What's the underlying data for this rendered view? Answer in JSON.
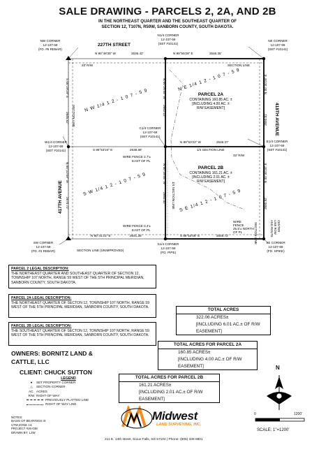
{
  "header": {
    "title": "SALE DRAWING - PARCELS 2, 2A, AND 2B",
    "subtitle_line1": "IN THE NORTHEAST QUARTER AND THE SOUTHEAST QUARTER OF",
    "subtitle_line2": "SECTION 12, T107N, R59W, SANBORN COUNTY, SOUTH DAKOTA."
  },
  "map": {
    "nw_corner": [
      "NW CORNER",
      "12-107-59",
      "(FD. #5 REBAR)"
    ],
    "n14_corner": [
      "N1/4 CORNER",
      "12-107-59",
      "(SET #10141)"
    ],
    "ne_corner": [
      "NE CORNER",
      "12-107-59",
      "(SET #10141)"
    ],
    "w14_corner": [
      "W1/4 CORNER",
      "12-107-59",
      "(SET #10141)"
    ],
    "c14_corner": [
      "C1/4 CORNER",
      "12-107-59",
      "(SET #10141)"
    ],
    "e14_corner": [
      "E1/4 CORNER",
      "12-107-59",
      "(SET #10141)"
    ],
    "sw_corner": [
      "SW CORNER",
      "12-107-59",
      "(FD. #4 REBAR)"
    ],
    "s14_corner": [
      "S1/4 CORNER",
      "12-107-59",
      "(FD. PIPE)"
    ],
    "se_corner": [
      "SE CORNER",
      "12-107-59",
      "(FD. SPIKE)"
    ],
    "road_north": "227TH STREET",
    "road_east": "418TH AVENUE",
    "road_west": "417TH AVENUE",
    "bearing_n_west": "N 89°48'35\" W",
    "dist_n_west": "2636.42'",
    "bearing_n_east": "N 89°55'28\" E",
    "dist_n_east": "2646.35'",
    "bearing_w_north": "S 00°29'29\" E",
    "dist_w_north": "2645.52'",
    "bearing_mid_n": "N 00°28'44\" W",
    "dist_mid_n": "2642.22'",
    "bearing_e_north": "N 00°30'28\" E",
    "dist_e_north": "2650.81'",
    "bearing_14_west": "S 89°53'24\" E",
    "dist_14_west": "2638.68'",
    "bearing_14_east": "N 89°53'24\" W",
    "dist_14_east": "2648.37'",
    "bearing_w_south": "N 00°22'09\" W",
    "dist_w_south": "2670.72'",
    "bearing_mid_s": "N 00°28'44\" W",
    "dist_mid_s": "2651.32'",
    "bearing_e_south": "N 00°30'28\" E",
    "dist_e_south": "2650.92'",
    "bearing_s_west": "N 80°41'21\" E",
    "dist_s_west": "2641.28'",
    "bearing_s_east": "S 89°54'06\" E",
    "dist_s_east": "2649.72'",
    "row_33": "33' R/W",
    "row_33b": "33' R/W",
    "section_line": "SECTION LINE",
    "section_line_2": "SECTION LINE",
    "section_line_3": "SECTION LINE (UNIMPROVED)",
    "section_line_4": "SECTION LINE",
    "quarter_line": "1/4 SECTION LINE",
    "quarter_line_2": "1/4 SECTION LINE",
    "nw14": "N W 1/4  1 2 - 1 0 7 - 5 9",
    "ne14": "N E 1/4  1 2 - 1 0 7 - 5 9",
    "sw14": "S W 1/4  1 2 - 1 0 7 - 5 9",
    "se14": "S E 1/4  1 2 - 1 0 7 - 5 9",
    "wire_fence_1": [
      "WIRE FENCE 2.7'±",
      "EAST OF PL"
    ],
    "wire_fence_2": [
      "WIRE FENCE 0.4'±",
      "EAST OF PL"
    ],
    "wire_fence_3": [
      "WIRE",
      "FENCE",
      "25.5'± NORTH",
      "OF PL"
    ],
    "parcel_2a": [
      "PARCEL 2A",
      "CONTAINING 160.85 AC. ±",
      "[INCLUDING 4.00 AC. ±",
      "R/W EASEMENT]"
    ],
    "parcel_2b": [
      "PARCEL 2B",
      "CONTAINING 161.21 AC. ±",
      "[INCLUDING 2.01 AC. ±",
      "R/W EASEMENT]"
    ],
    "cl_row": [
      "CENTER",
      "LINE ROW",
      "AND ROUTE"
    ]
  },
  "legal": {
    "p2_head": "PARCEL 2 LEGAL DESCRIPTION:",
    "p2_body": "THE NORTHEAST QUARTER AND SOUTHEAST QUARTER OF SECTION 12, TOWNSHIP 107 NORTH, RANGE 59 WEST OF THE 5TH PRINCIPAL MERIDIAN, SANBORN COUNTY, SOUTH DAKOTA.",
    "p2a_head": "PARCEL 2A LEGAL DESCRIPTION:",
    "p2a_body": "THE NORTHEAST QUARTER OF SECTON 12, TOWNSHIP 107 NORTH, RANGE 59 WEST OF THE 5TH PRINCIPAL MERIDIAN, SANBORN COUNTY, SOUTH DAKOTA.",
    "p2b_head": "PARCEL 2B LEGAL DESCRIPTION:",
    "p2b_body": "THE SOUTHEAST QUARTER OF SECTON 12, TOWNSHIP 107 NORTH, RANGE 59 WEST OF THE 5TH PRINCIPAL MERIDIAN, SANBORN COUNTY, SOUTH DAKOTA."
  },
  "totals": {
    "all_head": "TOTAL ACRES",
    "all_l1": "322.06 ACRES±",
    "all_l2": "[INCLUDING 6.01 AC.± OF R/W",
    "all_l3": "EASEMENT]",
    "p2a_head": "TOTAL ACRES FOR PARCEL 2A",
    "p2a_l1": "160.85 ACRES±",
    "p2a_l2": "[INCLUDING 4.00 AC.± OF R/W",
    "p2a_l3": "EASEMENT]",
    "p2b_head": "TOTAL ACRES FOR PARCEL 2B",
    "p2b_l1": "161.21 ACRES±",
    "p2b_l2": "[INCLUDING 2.01 AC.± OF R/W",
    "p2b_l3": "EASEMENT]"
  },
  "owners": {
    "owners_l1": "OWNERS:  BORNITZ LAND &",
    "owners_l2": "CATTLE, LLC",
    "client": "CLIENT:  CHUCK SUTTON"
  },
  "legend": {
    "title": "LEGEND",
    "items": [
      "SET PROPERTY CORNER",
      "SECTION CORNER",
      "ACRES",
      "RIGHT-OF-WAY",
      "PREVIOUSLY PLATTED LINE",
      "RIGHT OF WAY LINE"
    ],
    "abbr": [
      "AC.",
      "R/W"
    ]
  },
  "notes": {
    "l1": "NOTES:",
    "l2": "BASIS OF BEARINGS IS",
    "l3": "UTM-ZONE 14.",
    "l4": "PROJECT #26-038",
    "l5": "DRAWN BY: LJW"
  },
  "company": {
    "name": "Midwest",
    "tagline": "LAND SURVEYING, INC.",
    "address": "211 E. 14th street, Sioux Falls, SD  57104 | Phone: (605) 339 8801"
  },
  "scale": {
    "zero": "0",
    "max": "1200'",
    "label": "SCALE: 1\"=1200'",
    "north": "N"
  },
  "colors": {
    "ink": "#000000",
    "logo_orange": "#f28c1e"
  }
}
